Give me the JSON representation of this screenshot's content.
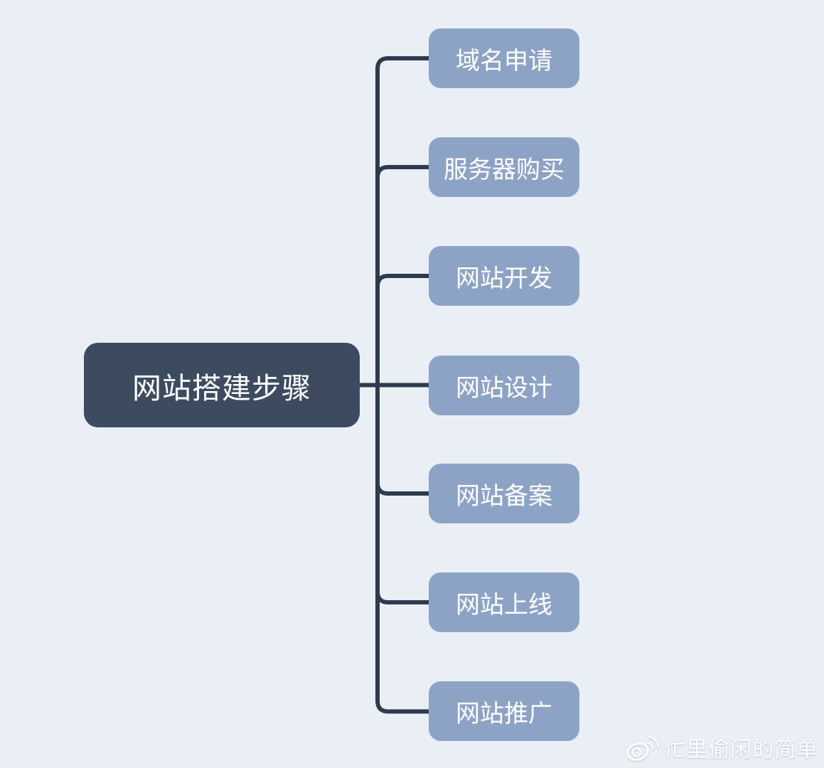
{
  "diagram": {
    "root": {
      "label": "网站搭建步骤"
    },
    "nodes": [
      {
        "label": "域名申请"
      },
      {
        "label": "服务器购买"
      },
      {
        "label": "网站开发"
      },
      {
        "label": "网站设计"
      },
      {
        "label": "网站备案"
      },
      {
        "label": "网站上线"
      },
      {
        "label": "网站推广"
      }
    ]
  },
  "watermark": {
    "icon": "weibo-logo-icon",
    "text": "忙里偷闲的简单"
  },
  "colors": {
    "bg": "#e9eff5",
    "root-fill": "#3c4b60",
    "node-fill": "#8da3c6",
    "line": "#2e3b4f",
    "node-text": "#ffffff"
  }
}
